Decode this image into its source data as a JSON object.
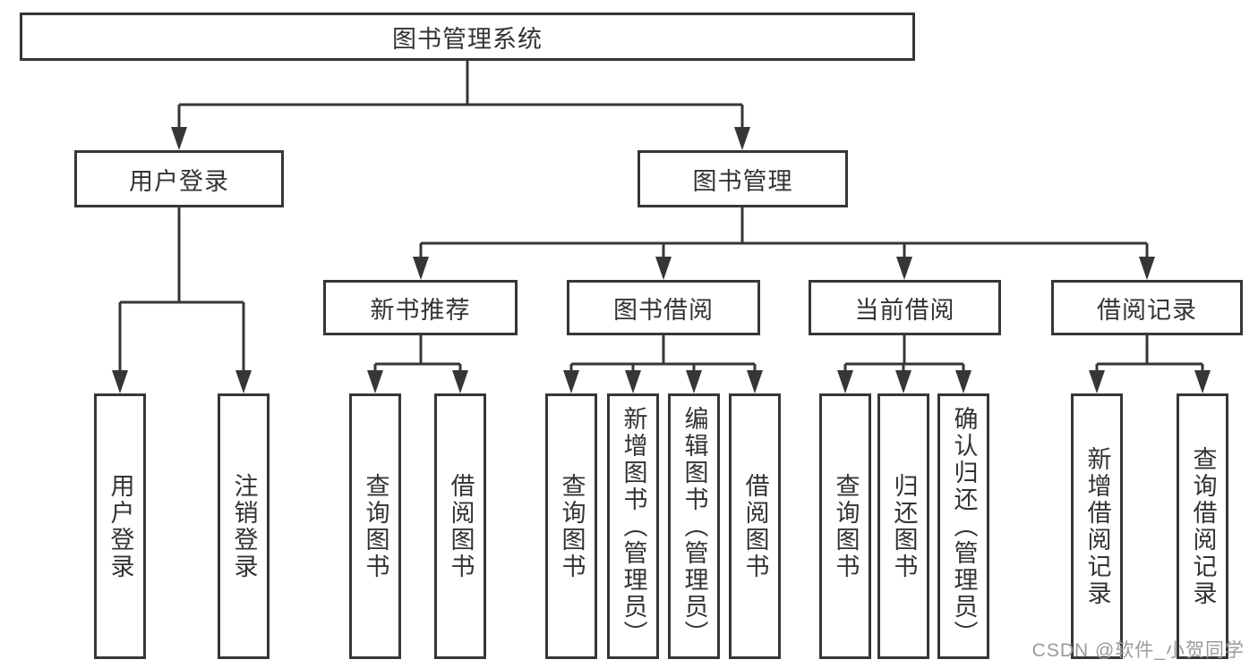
{
  "tree": {
    "label": "图书管理系统",
    "children": [
      {
        "label": "用户登录",
        "children": [
          {
            "label": "用户登录"
          },
          {
            "label": "注销登录"
          }
        ]
      },
      {
        "label": "图书管理",
        "children": [
          {
            "label": "新书推荐",
            "children": [
              {
                "label": "查询图书"
              },
              {
                "label": "借阅图书"
              }
            ]
          },
          {
            "label": "图书借阅",
            "children": [
              {
                "label": "查询图书"
              },
              {
                "label": "新增图书（管理员）"
              },
              {
                "label": "编辑图书（管理员）"
              },
              {
                "label": "借阅图书"
              }
            ]
          },
          {
            "label": "当前借阅",
            "children": [
              {
                "label": "查询图书"
              },
              {
                "label": "归还图书"
              },
              {
                "label": "确认归还（管理员）"
              }
            ]
          },
          {
            "label": "借阅记录",
            "children": [
              {
                "label": "新增借阅记录"
              },
              {
                "label": "查询借阅记录"
              }
            ]
          }
        ]
      }
    ]
  },
  "watermark": {
    "text": "CSDN @软件_小贺同学"
  },
  "colors": {
    "line": "#363636",
    "box_border": "#363636",
    "text": "#333333",
    "watermark": "#9b9b9b",
    "background": "#ffffff"
  }
}
